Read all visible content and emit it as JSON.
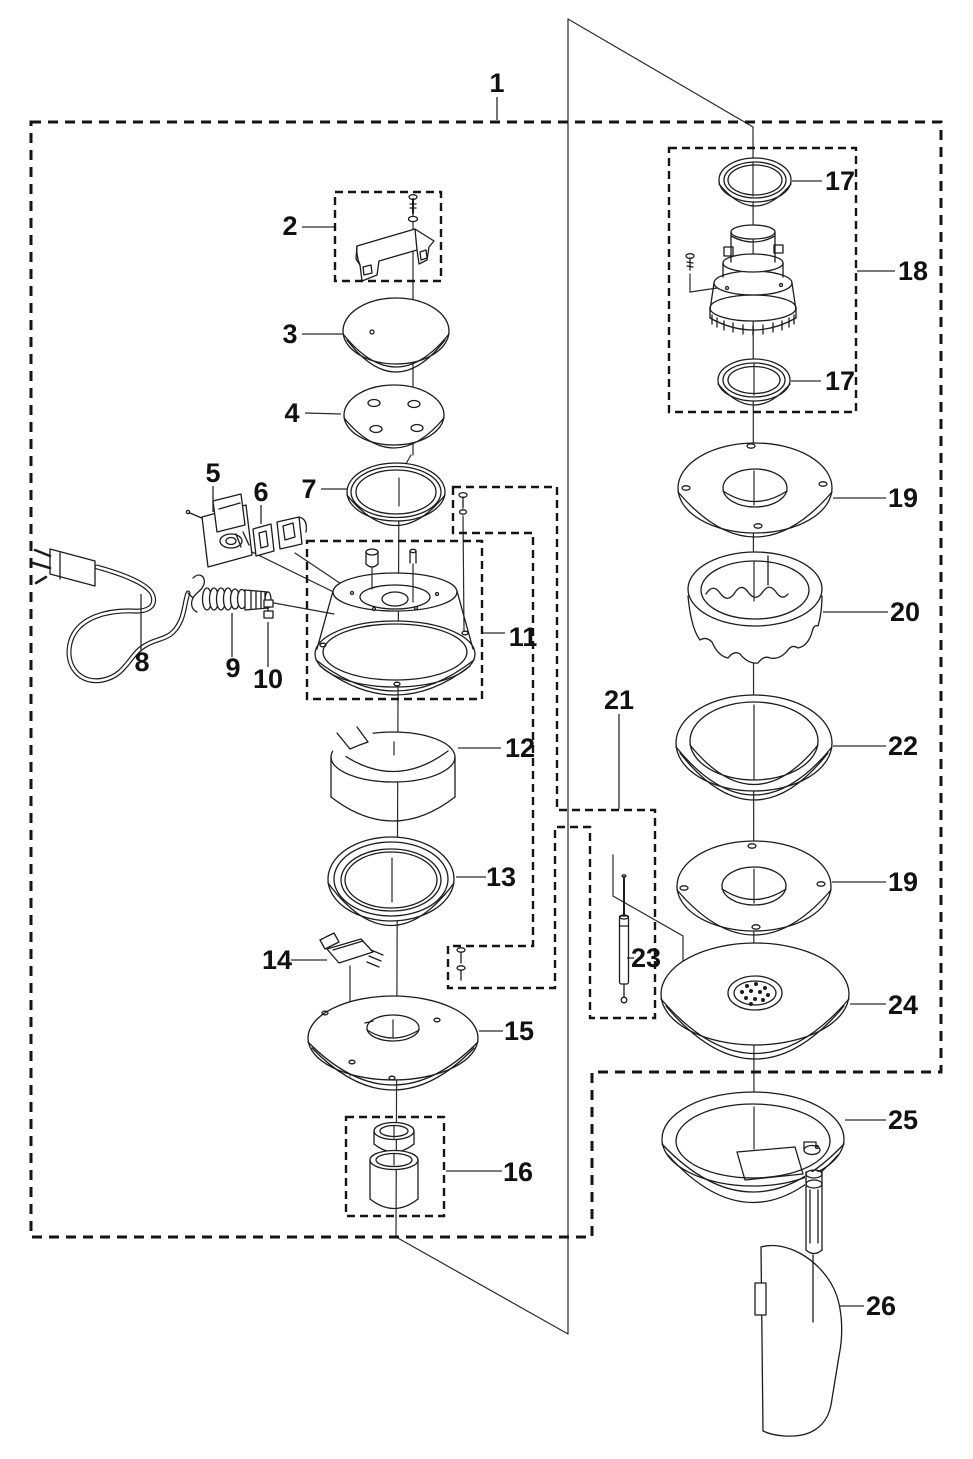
{
  "diagram": {
    "type": "exploded-parts-diagram",
    "background_color": "#ffffff",
    "ink_color": "#1c1c1c",
    "callouts": {
      "1": "1",
      "2": "2",
      "3": "3",
      "4": "4",
      "5": "5",
      "6": "6",
      "7": "7",
      "8": "8",
      "9": "9",
      "10": "10",
      "11": "11",
      "12": "12",
      "13": "13",
      "14": "14",
      "15": "15",
      "16": "16",
      "17": "17",
      "18": "18",
      "19": "19",
      "20": "20",
      "21": "21",
      "22": "22",
      "23": "23",
      "24": "24",
      "25": "25",
      "26": "26"
    }
  }
}
